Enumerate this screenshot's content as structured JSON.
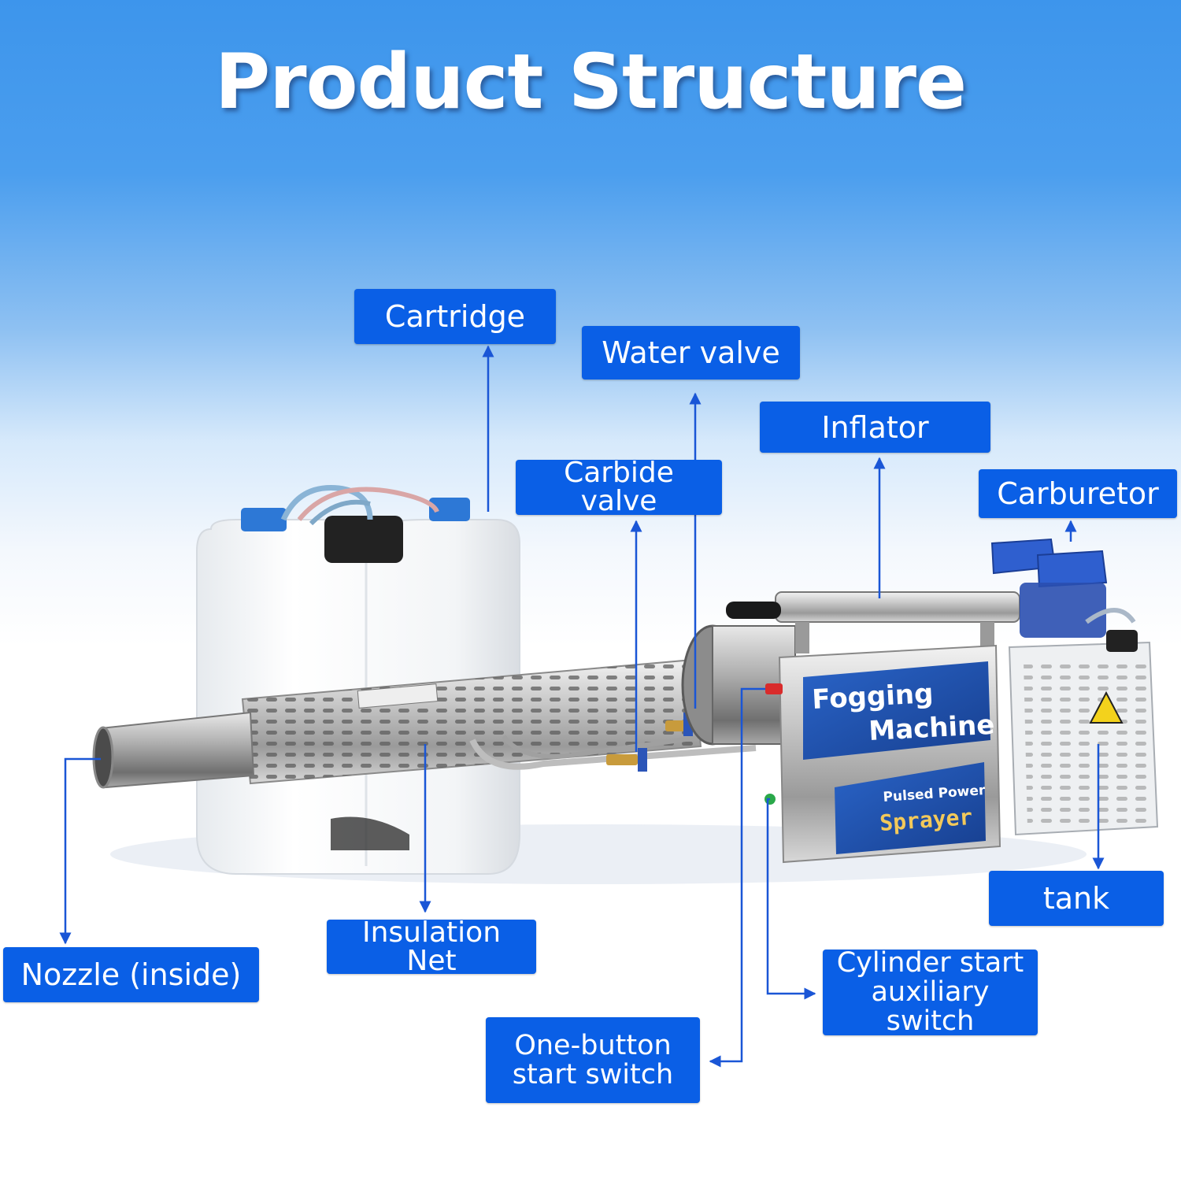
{
  "title": "Product Structure",
  "labels": {
    "cartridge": "Cartridge",
    "water_valve": "Water valve",
    "inflator": "Inflator",
    "carbide_valve": "Carbide valve",
    "carburetor": "Carburetor",
    "tank": "tank",
    "nozzle": "Nozzle (inside)",
    "insulation_net": "Insulation Net",
    "cylinder_switch_line1": "Cylinder start",
    "cylinder_switch_line2": "auxiliary switch",
    "one_button_line1": "One-button",
    "one_button_line2": "start switch"
  },
  "machine_panel": {
    "line1": "Fogging",
    "line2": "Machine",
    "line3": "Pulsed Power",
    "line4": "Sprayer"
  },
  "colors": {
    "label_bg": "#0a5fe6",
    "arrow": "#1a56d6",
    "panel_blue": "#1f56b4"
  }
}
